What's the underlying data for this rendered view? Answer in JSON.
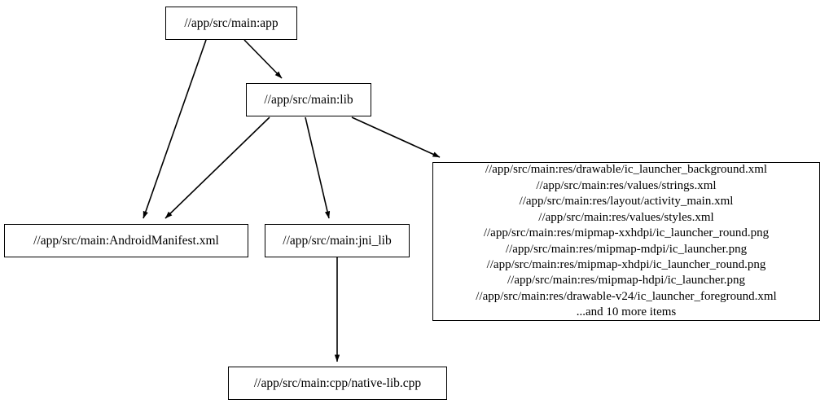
{
  "graph": {
    "type": "directed-dependency-graph",
    "nodes": [
      {
        "id": "app",
        "label": "//app/src/main:app"
      },
      {
        "id": "lib",
        "label": "//app/src/main:lib"
      },
      {
        "id": "manifest",
        "label": "//app/src/main:AndroidManifest.xml"
      },
      {
        "id": "jni",
        "label": "//app/src/main:jni_lib"
      },
      {
        "id": "nativelib",
        "label": "//app/src/main:cpp/native-lib.cpp"
      },
      {
        "id": "res",
        "label": "//app/src/main:res/drawable/ic_launcher_background.xml\n//app/src/main:res/values/strings.xml\n//app/src/main:res/layout/activity_main.xml\n//app/src/main:res/values/styles.xml\n//app/src/main:res/mipmap-xxhdpi/ic_launcher_round.png\n//app/src/main:res/mipmap-mdpi/ic_launcher.png\n//app/src/main:res/mipmap-xhdpi/ic_launcher_round.png\n//app/src/main:res/mipmap-hdpi/ic_launcher.png\n//app/src/main:res/drawable-v24/ic_launcher_foreground.xml\n...and 10 more items",
        "lines": [
          "//app/src/main:res/drawable/ic_launcher_background.xml",
          "//app/src/main:res/values/strings.xml",
          "//app/src/main:res/layout/activity_main.xml",
          "//app/src/main:res/values/styles.xml",
          "//app/src/main:res/mipmap-xxhdpi/ic_launcher_round.png",
          "//app/src/main:res/mipmap-mdpi/ic_launcher.png",
          "//app/src/main:res/mipmap-xhdpi/ic_launcher_round.png",
          "//app/src/main:res/mipmap-hdpi/ic_launcher.png",
          "//app/src/main:res/drawable-v24/ic_launcher_foreground.xml",
          "...and 10 more items"
        ]
      }
    ],
    "edges": [
      {
        "from": "app",
        "to": "lib"
      },
      {
        "from": "app",
        "to": "manifest"
      },
      {
        "from": "lib",
        "to": "manifest"
      },
      {
        "from": "lib",
        "to": "jni"
      },
      {
        "from": "lib",
        "to": "res"
      },
      {
        "from": "jni",
        "to": "nativelib"
      }
    ],
    "colors": {
      "node_border": "#000000",
      "node_fill": "#ffffff",
      "edge": "#000000",
      "text": "#000000",
      "background": "#ffffff"
    }
  }
}
